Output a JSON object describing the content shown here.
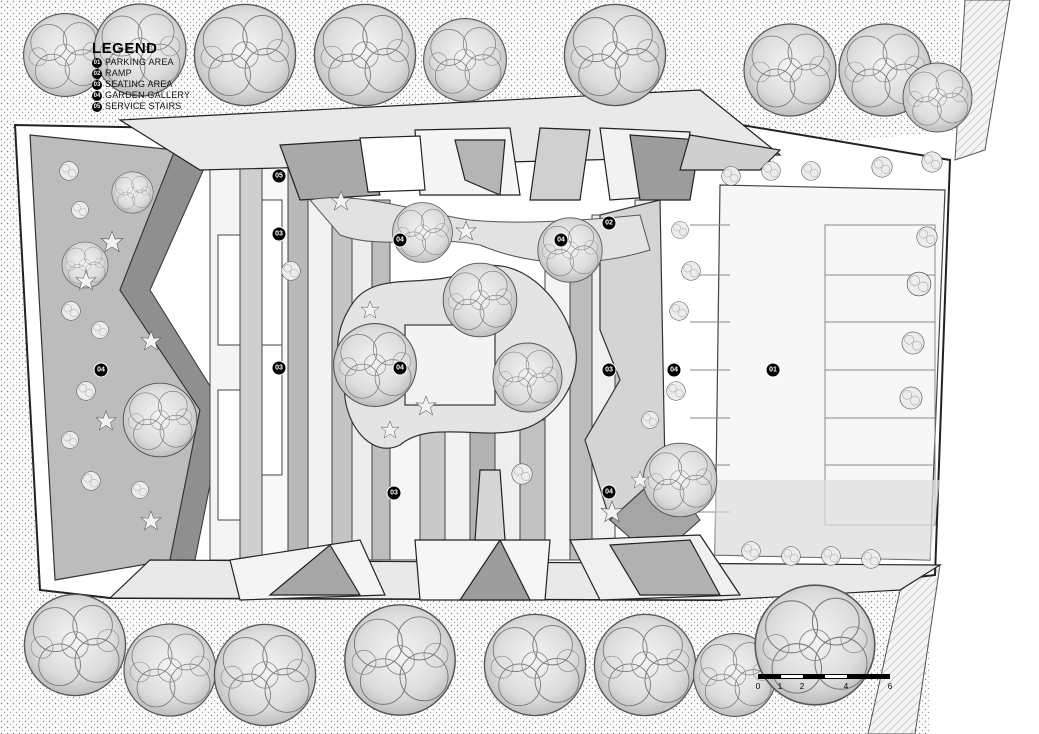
{
  "legend": {
    "title": "LEGEND",
    "items": [
      {
        "num": "01",
        "label": "PARKING AREA"
      },
      {
        "num": "02",
        "label": "RAMP"
      },
      {
        "num": "03",
        "label": "SEATING AREA"
      },
      {
        "num": "04",
        "label": "GARDEN GALLERY"
      },
      {
        "num": "05",
        "label": "SERVICE STAIRS"
      }
    ]
  },
  "tags": {
    "service_stairs": "05",
    "seating_1": "03",
    "seating_2": "03",
    "seating_3": "03",
    "seating_4": "03",
    "garden_top_left": "04",
    "garden_top_right": "04",
    "garden_center": "04",
    "garden_west": "04",
    "garden_east": "04",
    "garden_south_east": "04",
    "ramp": "02",
    "parking": "01"
  },
  "scale_bar": {
    "labels": [
      "0",
      "1",
      "2",
      "4",
      "6"
    ]
  },
  "colors": {
    "ink": "#000000",
    "fill_light": "#e6e6e6",
    "fill_mid": "#bdbdbd",
    "fill_dark": "#9a9a9a",
    "background": "#ffffff"
  }
}
